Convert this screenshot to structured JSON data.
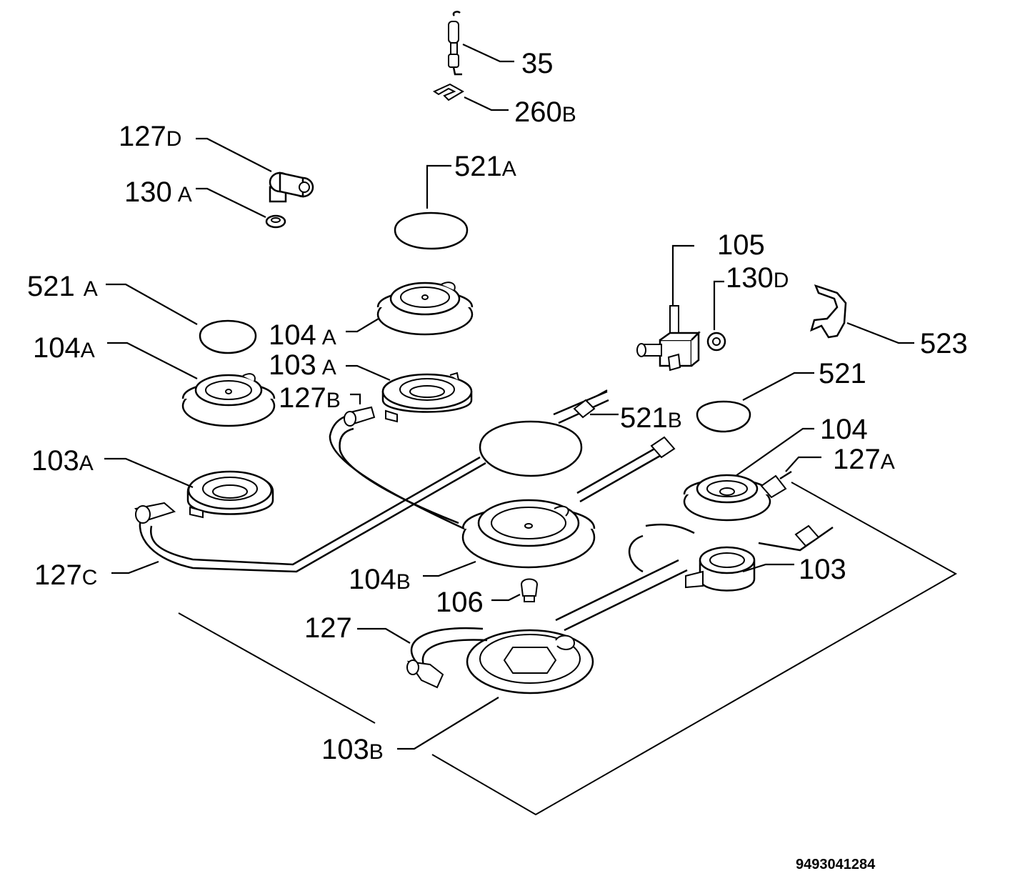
{
  "diagram": {
    "doc_number": "9493041284",
    "callouts": {
      "c35": {
        "num": "35",
        "sfx": ""
      },
      "c260b": {
        "num": "260",
        "sfx": "B"
      },
      "c127d": {
        "num": "127",
        "sfx": "D"
      },
      "c130a": {
        "num": "130",
        "sfx": "A"
      },
      "c521a_top": {
        "num": "521",
        "sfx": "A"
      },
      "c105": {
        "num": "105",
        "sfx": ""
      },
      "c130d": {
        "num": "130",
        "sfx": "D"
      },
      "c523": {
        "num": "523",
        "sfx": ""
      },
      "c521a_left": {
        "num": "521",
        "sfx": "A"
      },
      "c104a_mid": {
        "num": "104",
        "sfx": "A"
      },
      "c104a_left": {
        "num": "104",
        "sfx": "A"
      },
      "c103a_mid": {
        "num": "103",
        "sfx": "A"
      },
      "c127b": {
        "num": "127",
        "sfx": "B"
      },
      "c521": {
        "num": "521",
        "sfx": ""
      },
      "c521b": {
        "num": "521",
        "sfx": "B"
      },
      "c104": {
        "num": "104",
        "sfx": ""
      },
      "c127a": {
        "num": "127",
        "sfx": "A"
      },
      "c103a_left": {
        "num": "103",
        "sfx": "A"
      },
      "c103": {
        "num": "103",
        "sfx": ""
      },
      "c127c": {
        "num": "127",
        "sfx": "C"
      },
      "c104b": {
        "num": "104",
        "sfx": "B"
      },
      "c106": {
        "num": "106",
        "sfx": ""
      },
      "c127": {
        "num": "127",
        "sfx": ""
      },
      "c103b": {
        "num": "103",
        "sfx": "B"
      }
    }
  }
}
